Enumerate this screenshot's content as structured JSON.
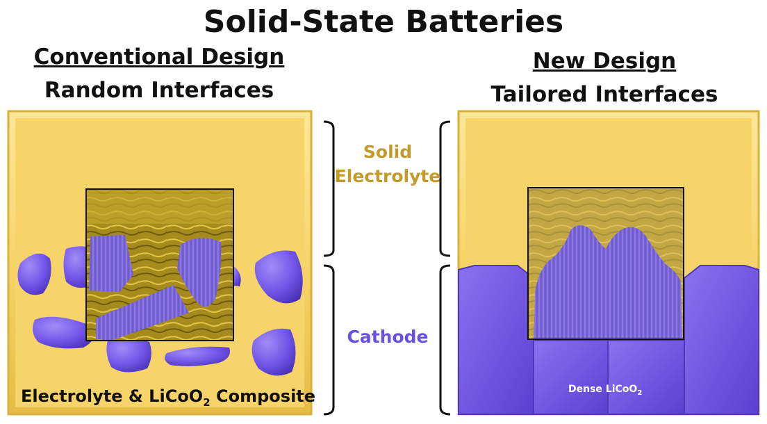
{
  "title": "Solid-State Batteries",
  "left_panel": {
    "heading": "Conventional Design",
    "subheading": "Random Interfaces",
    "label_main": "Electrolyte & LiCoO",
    "label_sub": "2",
    "label_end": " Composite"
  },
  "right_panel": {
    "heading": "New Design",
    "subheading": "Tailored Interfaces",
    "label_main": "Dense LiCoO",
    "label_sub": "2"
  },
  "middle": {
    "electrolyte_line1": "Solid",
    "electrolyte_line2": "Electrolyte",
    "cathode": "Cathode"
  },
  "colors": {
    "electrolyte": "#f7d46a",
    "electrolyte_dark": "#b39422",
    "cathode": "#7155e8",
    "electrolyte_text": "#c49a2a",
    "cathode_text": "#6a4fe0"
  }
}
